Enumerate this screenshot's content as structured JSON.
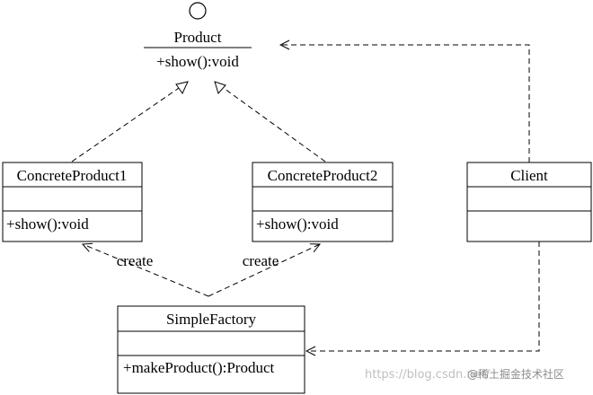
{
  "interface": {
    "name": "Product",
    "method": "+show():void"
  },
  "classes": {
    "concrete1": {
      "name": "ConcreteProduct1",
      "method": "+show():void"
    },
    "concrete2": {
      "name": "ConcreteProduct2",
      "method": "+show():void"
    },
    "client": {
      "name": "Client"
    },
    "factory": {
      "name": "SimpleFactory",
      "method": "+makeProduct():Product"
    }
  },
  "relations": {
    "create_left": "create",
    "create_right": "create"
  },
  "watermark": {
    "url": "https://blog.csdn.net/",
    "brand": "@稀土掘金技术社区"
  }
}
